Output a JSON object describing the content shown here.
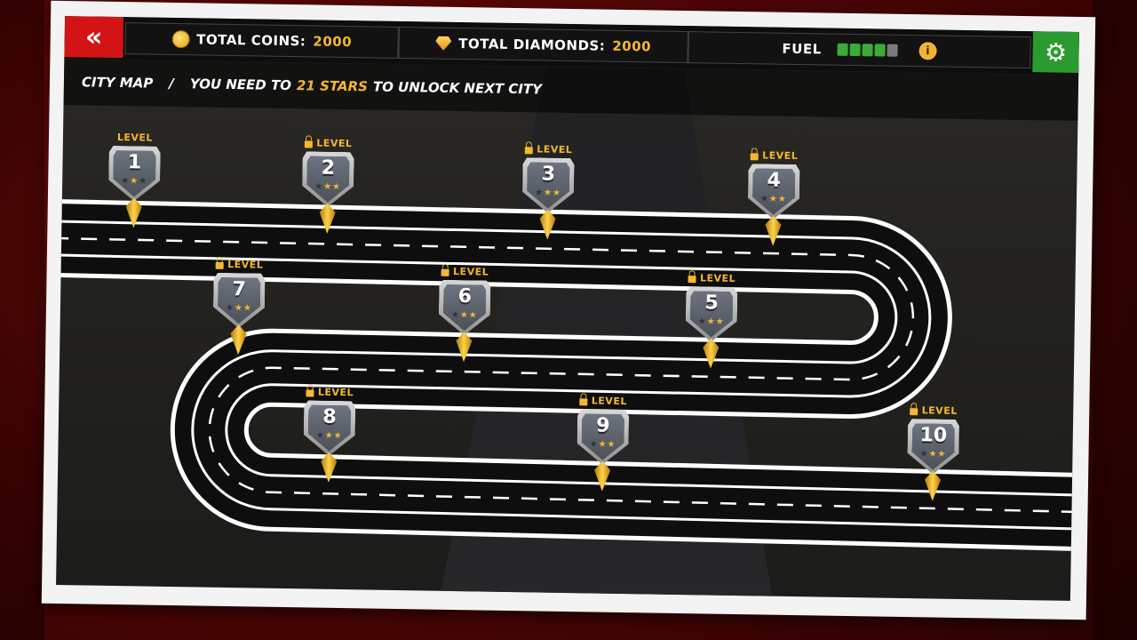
{
  "header": {
    "back_icon": "double-chevron-left-icon",
    "coins_label": "TOTAL COINS:",
    "coins_value": "2000",
    "diamonds_label": "TOTAL DIAMONDS:",
    "diamonds_value": "2000",
    "fuel_label": "FUEL",
    "fuel_level": {
      "filled": 4,
      "total": 5
    },
    "info_icon": "info-icon",
    "settings_icon": "gear-icon"
  },
  "subheader": {
    "map_label": "CITY MAP",
    "separator": "/",
    "prefix": "YOU NEED TO",
    "stars_required": "21 STARS",
    "suffix": "TO UNLOCK NEXT CITY"
  },
  "levels": [
    {
      "label": "LEVEL",
      "number": "1",
      "locked": false,
      "stars": 1
    },
    {
      "label": "LEVEL",
      "number": "2",
      "locked": true,
      "stars": 2
    },
    {
      "label": "LEVEL",
      "number": "3",
      "locked": true,
      "stars": 2
    },
    {
      "label": "LEVEL",
      "number": "4",
      "locked": true,
      "stars": 2
    },
    {
      "label": "LEVEL",
      "number": "5",
      "locked": true,
      "stars": 2
    },
    {
      "label": "LEVEL",
      "number": "6",
      "locked": true,
      "stars": 2
    },
    {
      "label": "LEVEL",
      "number": "7",
      "locked": true,
      "stars": 2
    },
    {
      "label": "LEVEL",
      "number": "8",
      "locked": true,
      "stars": 2
    },
    {
      "label": "LEVEL",
      "number": "9",
      "locked": true,
      "stars": 2
    },
    {
      "label": "LEVEL",
      "number": "10",
      "locked": true,
      "stars": 2
    }
  ],
  "colors": {
    "accent": "#f5b731",
    "back_button": "#d41414",
    "settings_button": "#2b9a2f",
    "fuel_full": "#3dab35"
  }
}
